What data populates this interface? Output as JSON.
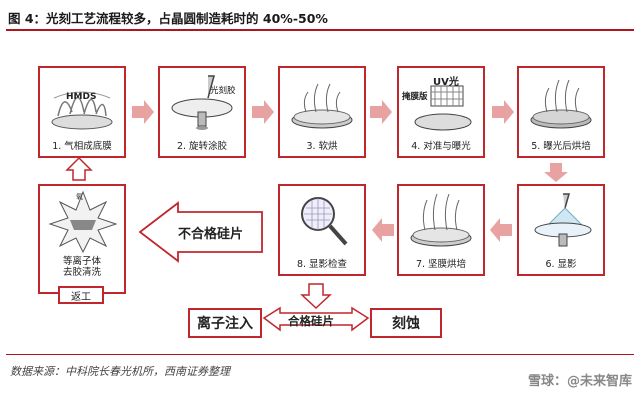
{
  "figure": {
    "title": "图 4：光刻工艺流程较多，占晶圆制造耗时的 40%-50%",
    "source": "数据来源：中科院长春光机所，西南证券整理",
    "watermark": "雪球：@未来智库"
  },
  "steps": [
    {
      "label": "1. 气相成底膜",
      "tag": "HMDS"
    },
    {
      "label": "2. 旋转涂胶",
      "tag": "光刻胶"
    },
    {
      "label": "3. 软烘"
    },
    {
      "label": "4. 对准与曝光",
      "tag": "UV光",
      "tag2": "掩膜版"
    },
    {
      "label": "5. 曝光后烘培"
    },
    {
      "label": "6. 显影"
    },
    {
      "label": "7. 坚膜烘培"
    },
    {
      "label": "8. 显影检查"
    }
  ],
  "rework": {
    "label_line1": "等离子体",
    "label_line2": "去胶清洗",
    "badge": "返工",
    "tag": "氧"
  },
  "decisions": {
    "fail": "不合格硅片",
    "pass": "合格硅片",
    "implant": "离子注入",
    "etch": "刻蚀"
  },
  "colors": {
    "border": "#c0272d",
    "arrow": "#e8a2a2",
    "arrow_stroke": "#c0272d"
  }
}
